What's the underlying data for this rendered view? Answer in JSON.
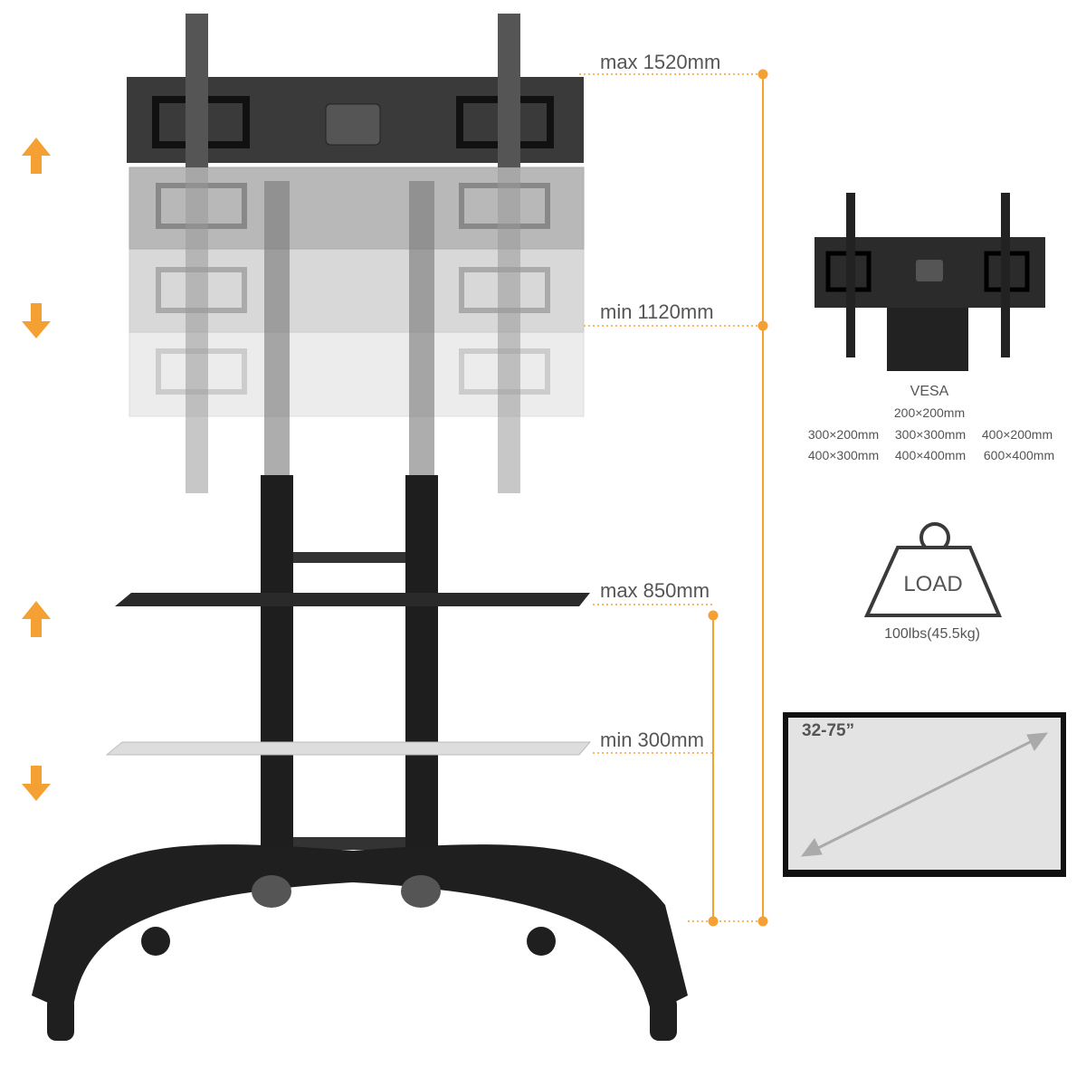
{
  "colors": {
    "accent": "#f5a033",
    "metal": "#2a2a2a",
    "text": "#555555"
  },
  "height_labels": {
    "mount_max": "max 1520mm",
    "mount_min": "min 1120mm",
    "shelf_max": "max 850mm",
    "shelf_min": "min 300mm"
  },
  "vesa": {
    "title": "VESA",
    "top": "200×200mm",
    "row1": [
      "300×200mm",
      "300×300mm",
      "400×200mm"
    ],
    "row2": [
      "400×300mm",
      "400×400mm",
      "600×400mm"
    ]
  },
  "load": {
    "label": "LOAD",
    "capacity": "100lbs(45.5kg)"
  },
  "screen": {
    "size": "32-75”"
  },
  "icons": [
    "arrow-up-icon",
    "arrow-down-icon",
    "weight-icon",
    "diagonal-arrow-icon"
  ]
}
